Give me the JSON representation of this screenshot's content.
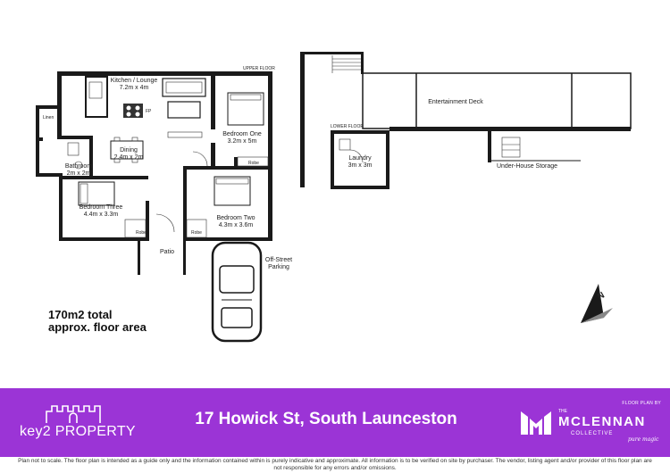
{
  "plan": {
    "rooms": {
      "kitchen_lounge": {
        "name": "Kitchen / Lounge",
        "size": "7.2m x 4m"
      },
      "bedroom_one": {
        "name": "Bedroom One",
        "size": "3.2m x 5m"
      },
      "dining": {
        "name": "Dining",
        "size": "2.4m x 2m"
      },
      "bathroom": {
        "name": "Bathroom",
        "size": "2m x 2m"
      },
      "bedroom_three": {
        "name": "Bedroom Three",
        "size": "4.4m x 3.3m"
      },
      "bedroom_two": {
        "name": "Bedroom Two",
        "size": "4.3m x 3.6m"
      },
      "laundry": {
        "name": "Laundry",
        "size": "3m x 3m"
      }
    },
    "labels": {
      "linen": "Linen",
      "robe": "Robe",
      "fp": "FP",
      "patio": "Patio",
      "off_street_parking_1": "Off-Street",
      "off_street_parking_2": "Parking",
      "entertainment_deck": "Entertainment Deck",
      "under_house_storage": "Under-House Storage",
      "upper_floor": "UPPER FLOOR",
      "lower_floor": "LOWER FLOOR",
      "north": "N"
    }
  },
  "total_area": {
    "line1": "170m2 total",
    "line2": "approx. floor area"
  },
  "footer": {
    "brand_left": "key2 PROPERTY",
    "address": "17 Howick St, South Launceston",
    "floor_plan_by": "FLOOR PLAN BY",
    "brand_right": {
      "the": "THE",
      "name": "MCLENNAN",
      "collective": "COLLECTIVE",
      "tagline": "pure magic"
    },
    "disclaimer": "Plan not to scale. The floor plan is intended as a guide only and the information contained within is purely indicative and approximate. All information is to be verified on site by purchaser. The vendor, listing agent and/or provider of this floor plan are not responsible for any errors and/or omissions."
  },
  "colors": {
    "band": "#9b34d6",
    "walls": "#1a1a1a"
  }
}
